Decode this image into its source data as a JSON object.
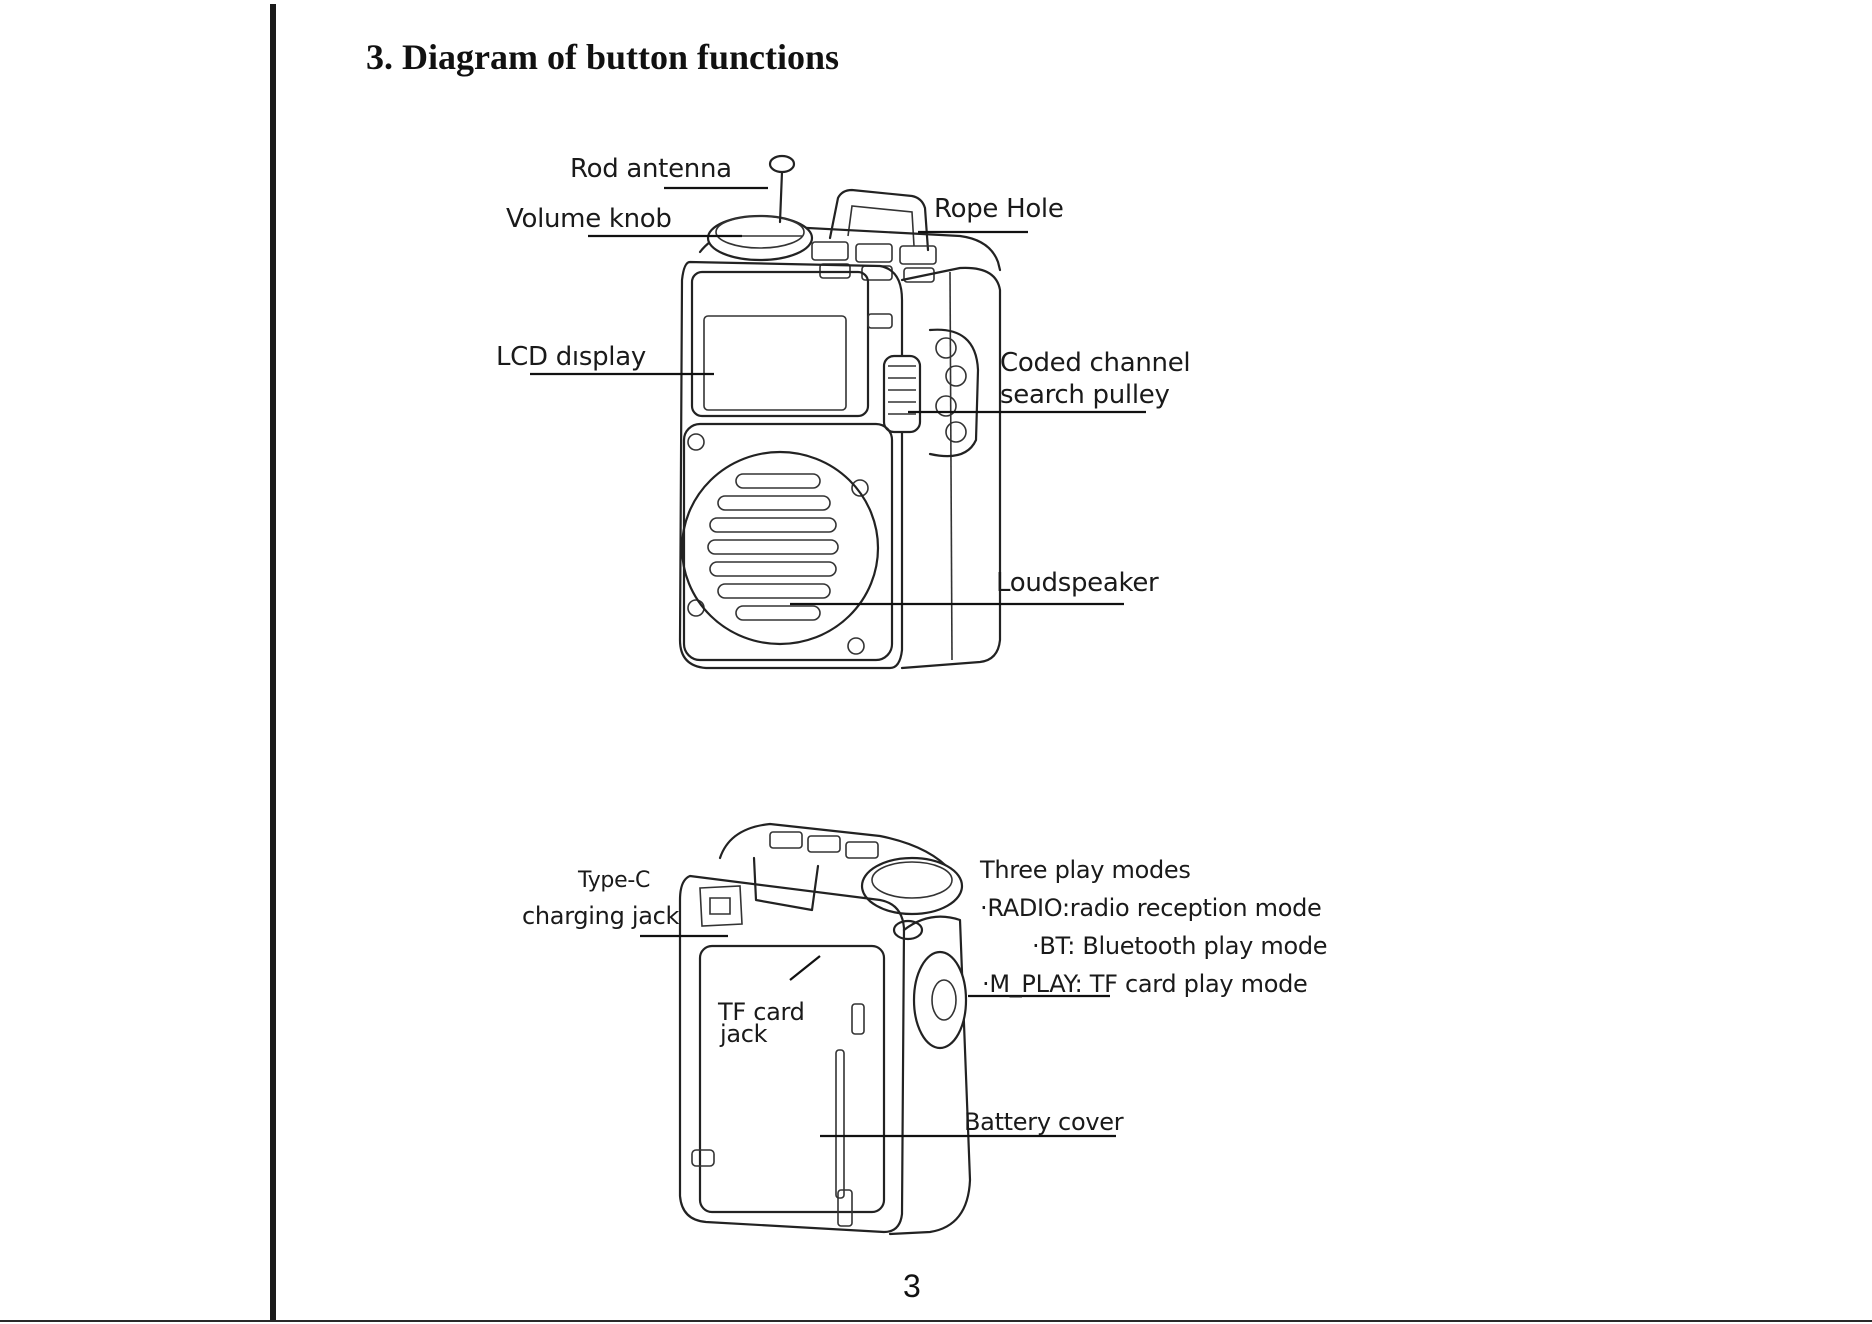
{
  "page": {
    "section_title": "3. Diagram of button functions",
    "page_number": "3"
  },
  "front_view": {
    "rod_antenna": "Rod antenna",
    "volume_knob": "Volume knob",
    "rope_hole": "Rope Hole",
    "lcd_display": "LCD dısplay",
    "coded_channel_line1": "Coded channel",
    "coded_channel_line2": "search pulley",
    "loudspeaker": "Loudspeaker"
  },
  "back_view": {
    "type_c_line1": "Type-C",
    "type_c_line2": "charging jack",
    "tf_card_line1": "TF card",
    "tf_card_line2": "jack",
    "three_play_modes": "Three play modes",
    "mode_radio": "·RADIO:radio reception mode",
    "mode_bt": "·BT: Bluetooth play mode",
    "mode_mplay": "·M_PLAY: TF card play mode",
    "battery_cover": "Battery cover"
  }
}
